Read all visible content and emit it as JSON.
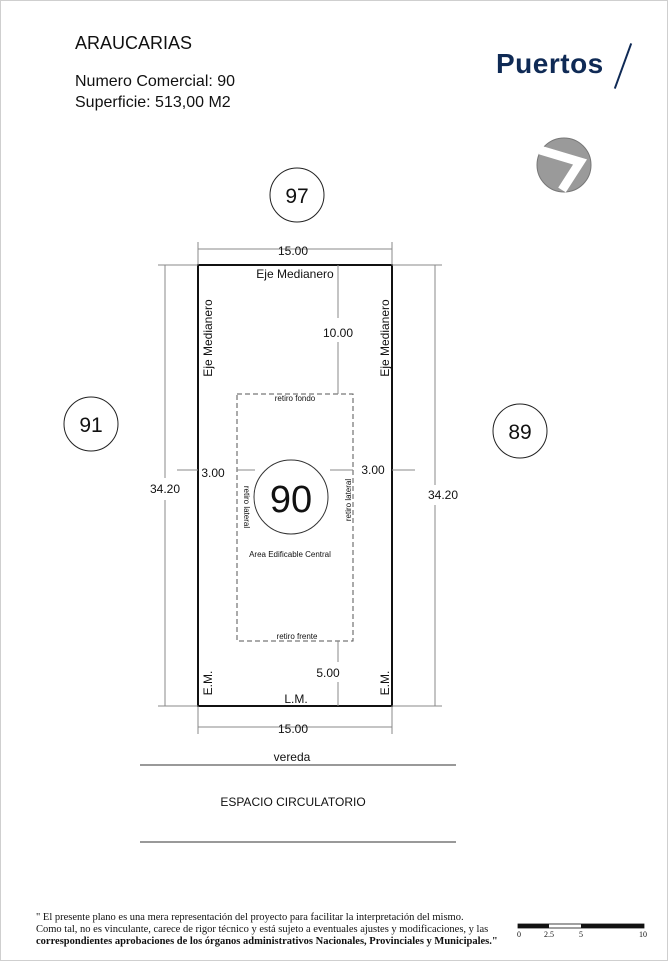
{
  "header": {
    "title": "ARAUCARIAS",
    "numero_comercial_label": "Numero Comercial:",
    "numero_comercial": "90",
    "superficie_label": "Superficie:",
    "superficie": "513,00",
    "superficie_unit": "M2"
  },
  "logo": {
    "text": "Puertos",
    "color": "#0f2a55"
  },
  "compass": {
    "icon": "north-arrow-icon"
  },
  "lot": {
    "number": "90",
    "width_top": "15.00",
    "width_bottom": "15.00",
    "depth_left": "34.20",
    "depth_right": "34.20",
    "eje_top": "Eje Medianero",
    "eje_left": "Eje Medianero",
    "eje_right": "Eje Medianero",
    "retiro_fondo_dist": "10.00",
    "retiro_frente_dist": "5.00",
    "retiro_lateral_left_dist": "3.00",
    "retiro_lateral_right_dist": "3.00",
    "retiro_fondo": "retiro fondo",
    "retiro_frente": "retiro frente",
    "retiro_lateral_left": "retiro lateral",
    "retiro_lateral_right": "retiro lateral",
    "area_label": "Area Edificable Central",
    "em_left": "E.M.",
    "em_right": "E.M.",
    "lm": "L.M."
  },
  "neighbors": {
    "top": "97",
    "left": "91",
    "right": "89"
  },
  "street": {
    "vereda": "vereda",
    "espacio": "ESPACIO CIRCULATORIO"
  },
  "disclaimer": {
    "line1": "\" El presente plano es una mera representación del proyecto para facilitar la interpretación del mismo.",
    "line2": "Como tal, no es vinculante, carece de rigor técnico y está sujeto a eventuales ajustes y modificaciones, y las",
    "line3": "correspondientes aprobaciones de los órganos administrativos Nacionales, Provinciales y Municipales.\""
  },
  "scale": {
    "ticks": [
      "0",
      "2.5",
      "5",
      "10"
    ]
  }
}
